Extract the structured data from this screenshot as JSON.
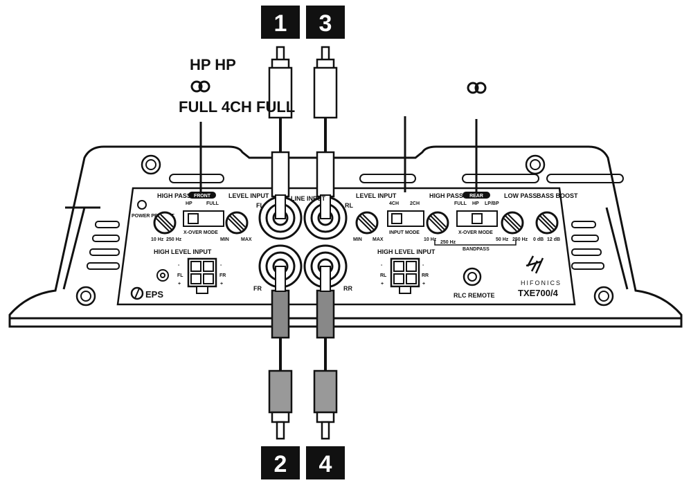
{
  "callouts": {
    "n1": "1",
    "n2": "2",
    "n3": "3",
    "n4": "4"
  },
  "left_setting": {
    "line1": "HP HP",
    "line3": "FULL 4CH FULL"
  },
  "panel": {
    "high_pass": "HIGH PASS",
    "level_input": "LEVEL INPUT",
    "front_badge": "FRONT",
    "rear_badge": "REAR",
    "line_input": "LINE INPUT",
    "hp": "HP",
    "full": "FULL",
    "xover_mode": "X-OVER MODE",
    "hz10": "10 Hz",
    "hz250": "250 Hz",
    "min": "MIN",
    "max": "MAX",
    "power_protect": "POWER PROTECT",
    "high_level_input": "HIGH LEVEL INPUT",
    "eps": "EPS",
    "fl": "FL",
    "fr": "FR",
    "rl": "RL",
    "rr": "RR",
    "ch4": "4CH",
    "ch2": "2CH",
    "input_mode": "INPUT MODE",
    "lpbp": "LP/BP",
    "low_pass": "LOW PASS",
    "bass_boost": "BASS BOOST",
    "hz50": "50 Hz",
    "db0": "0 dB",
    "db12": "12 dB",
    "bandpass": "BANDPASS",
    "rlc_remote": "RLC REMOTE",
    "brand": "HIFONICS",
    "model": "TXE700/4",
    "plus": "+",
    "minus": "-"
  }
}
